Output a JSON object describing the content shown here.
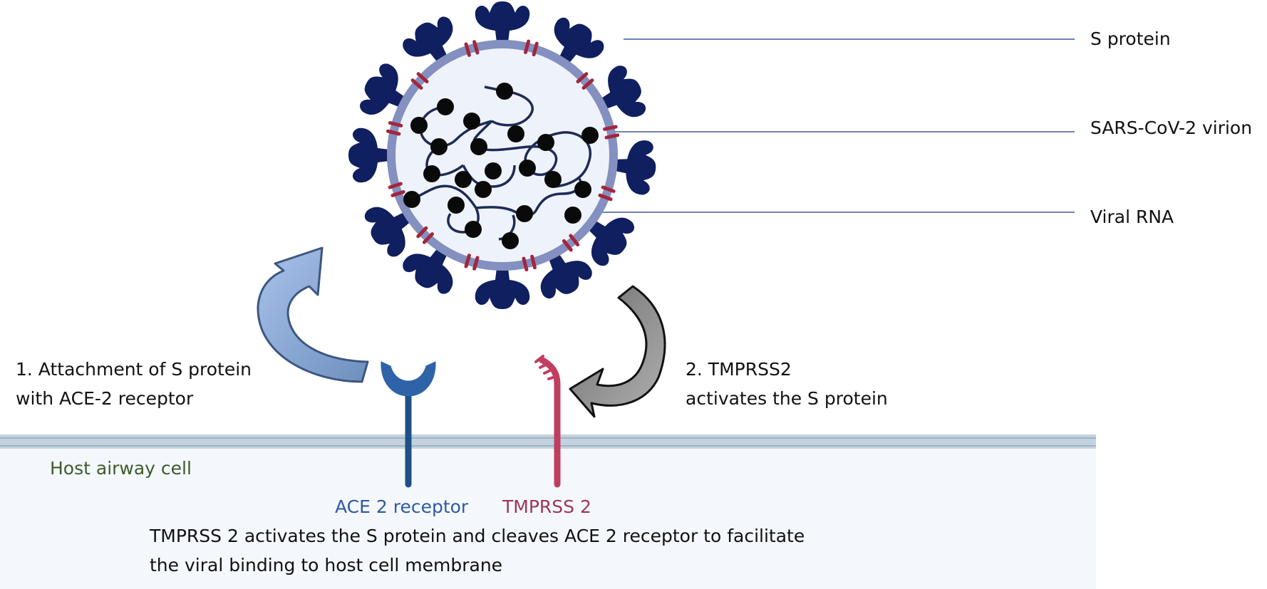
{
  "labels": {
    "s_protein": "S protein",
    "virion": "SARS-CoV-2 virion",
    "viral_rna": "Viral RNA",
    "step1_line1": "1. Attachment of S protein",
    "step1_line2": "with ACE-2 receptor",
    "step2_line1": "2. TMPRSS2",
    "step2_line2": "activates the S protein",
    "host_cell": "Host airway cell",
    "ace2": "ACE 2 receptor",
    "tmprss2": "TMPRSS 2",
    "caption_line1": "TMPRSS 2 activates the S protein and cleaves ACE 2 receptor to facilitate",
    "caption_line2": "the viral binding to host cell membrane"
  },
  "colors": {
    "spike": "#0f1f5f",
    "envelope": "#8390c0",
    "virion_interior": "#eef3fb",
    "rna_strand": "#1f2a55",
    "rna_bead": "#0a0a0a",
    "membrane_protein": "#a3263d",
    "ace2": "#2f63a8",
    "tmprss2": "#c23e60",
    "membrane": "#c2d3df",
    "cell_interior": "#f4f8fc",
    "arrow_attachment": "#7da1d6",
    "arrow_activation": "#8a8a8a",
    "leader_line": "#3a5a9a",
    "host_text": "#3e5b2a",
    "ace2_text": "#2e5aa1",
    "tmprss2_text": "#a0355a"
  }
}
